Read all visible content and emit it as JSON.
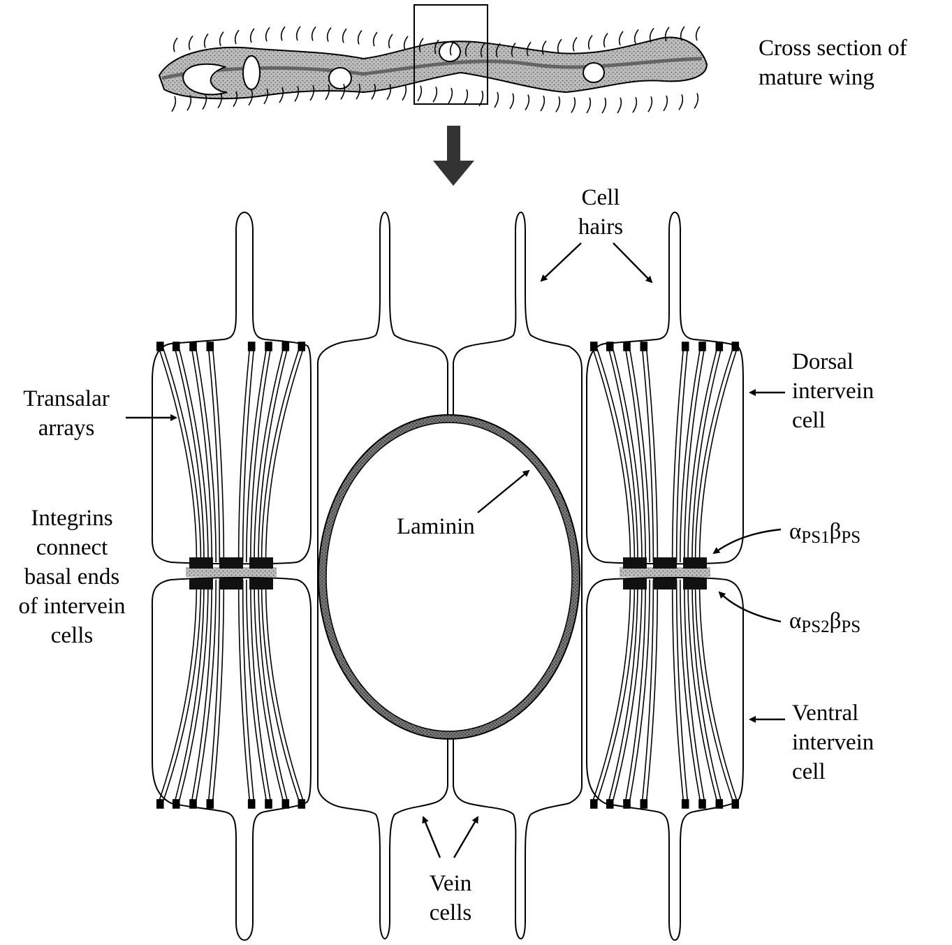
{
  "labels": {
    "cross_section": [
      "Cross section of",
      "mature wing"
    ],
    "cell_hairs": [
      "Cell",
      "hairs"
    ],
    "transalar": [
      "Transalar",
      "arrays"
    ],
    "dorsal": [
      "Dorsal",
      "intervein",
      "cell"
    ],
    "laminin": "Laminin",
    "integrins": [
      "Integrins",
      "connect",
      "basal ends",
      "of intervein",
      "cells"
    ],
    "ps1": {
      "alpha": "α",
      "alpha_sub": "PS1",
      "beta": "β",
      "beta_sub": "PS"
    },
    "ps2": {
      "alpha": "α",
      "alpha_sub": "PS2",
      "beta": "β",
      "beta_sub": "PS"
    },
    "ventral": [
      "Ventral",
      "intervein",
      "cell"
    ],
    "vein": [
      "Vein",
      "cells"
    ]
  }
}
